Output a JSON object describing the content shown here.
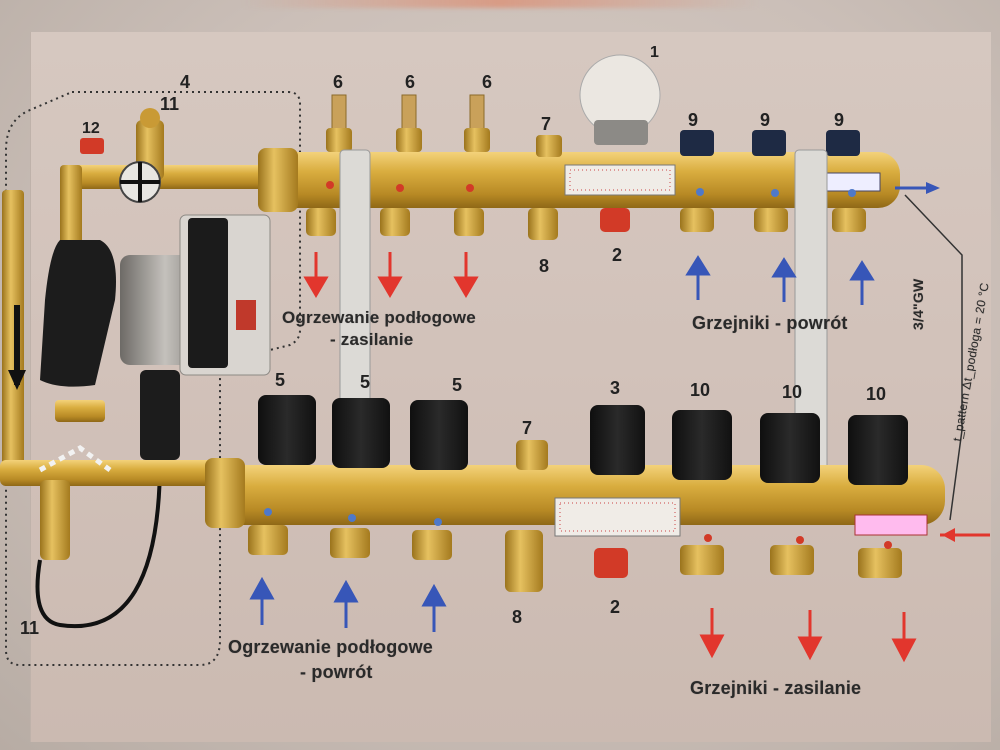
{
  "labels": {
    "floor_supply_line1": "Ogrzewanie podłogowe",
    "floor_supply_line2": "- zasilanie",
    "floor_return_line1": "Ogrzewanie podłogowe",
    "floor_return_line2": "- powrót",
    "radiators_return": "Grzejniki - powrót",
    "radiators_supply": "Grzejniki - zasilanie",
    "pipe_size": "3/4\"GW",
    "temp_note": "t_pattern Δt_podłoga = 20 °C"
  },
  "numbers": {
    "n1": "1",
    "n2a": "2",
    "n2b": "2",
    "n3": "3",
    "n4": "4",
    "n5a": "5",
    "n5b": "5",
    "n5c": "5",
    "n6a": "6",
    "n6b": "6",
    "n6c": "6",
    "n7a": "7",
    "n7b": "7",
    "n8a": "8",
    "n8b": "8",
    "n9a": "9",
    "n9b": "9",
    "n9c": "9",
    "n10a": "10",
    "n10b": "10",
    "n10c": "10",
    "n11a": "11",
    "n11b": "11",
    "n12": "12"
  },
  "colors": {
    "brass": "#d9ad3f",
    "brass_dark": "#a87c1c",
    "red_arrow": "#e2362d",
    "blue_arrow": "#3756b8",
    "cap_black": "#1b1b1b"
  }
}
